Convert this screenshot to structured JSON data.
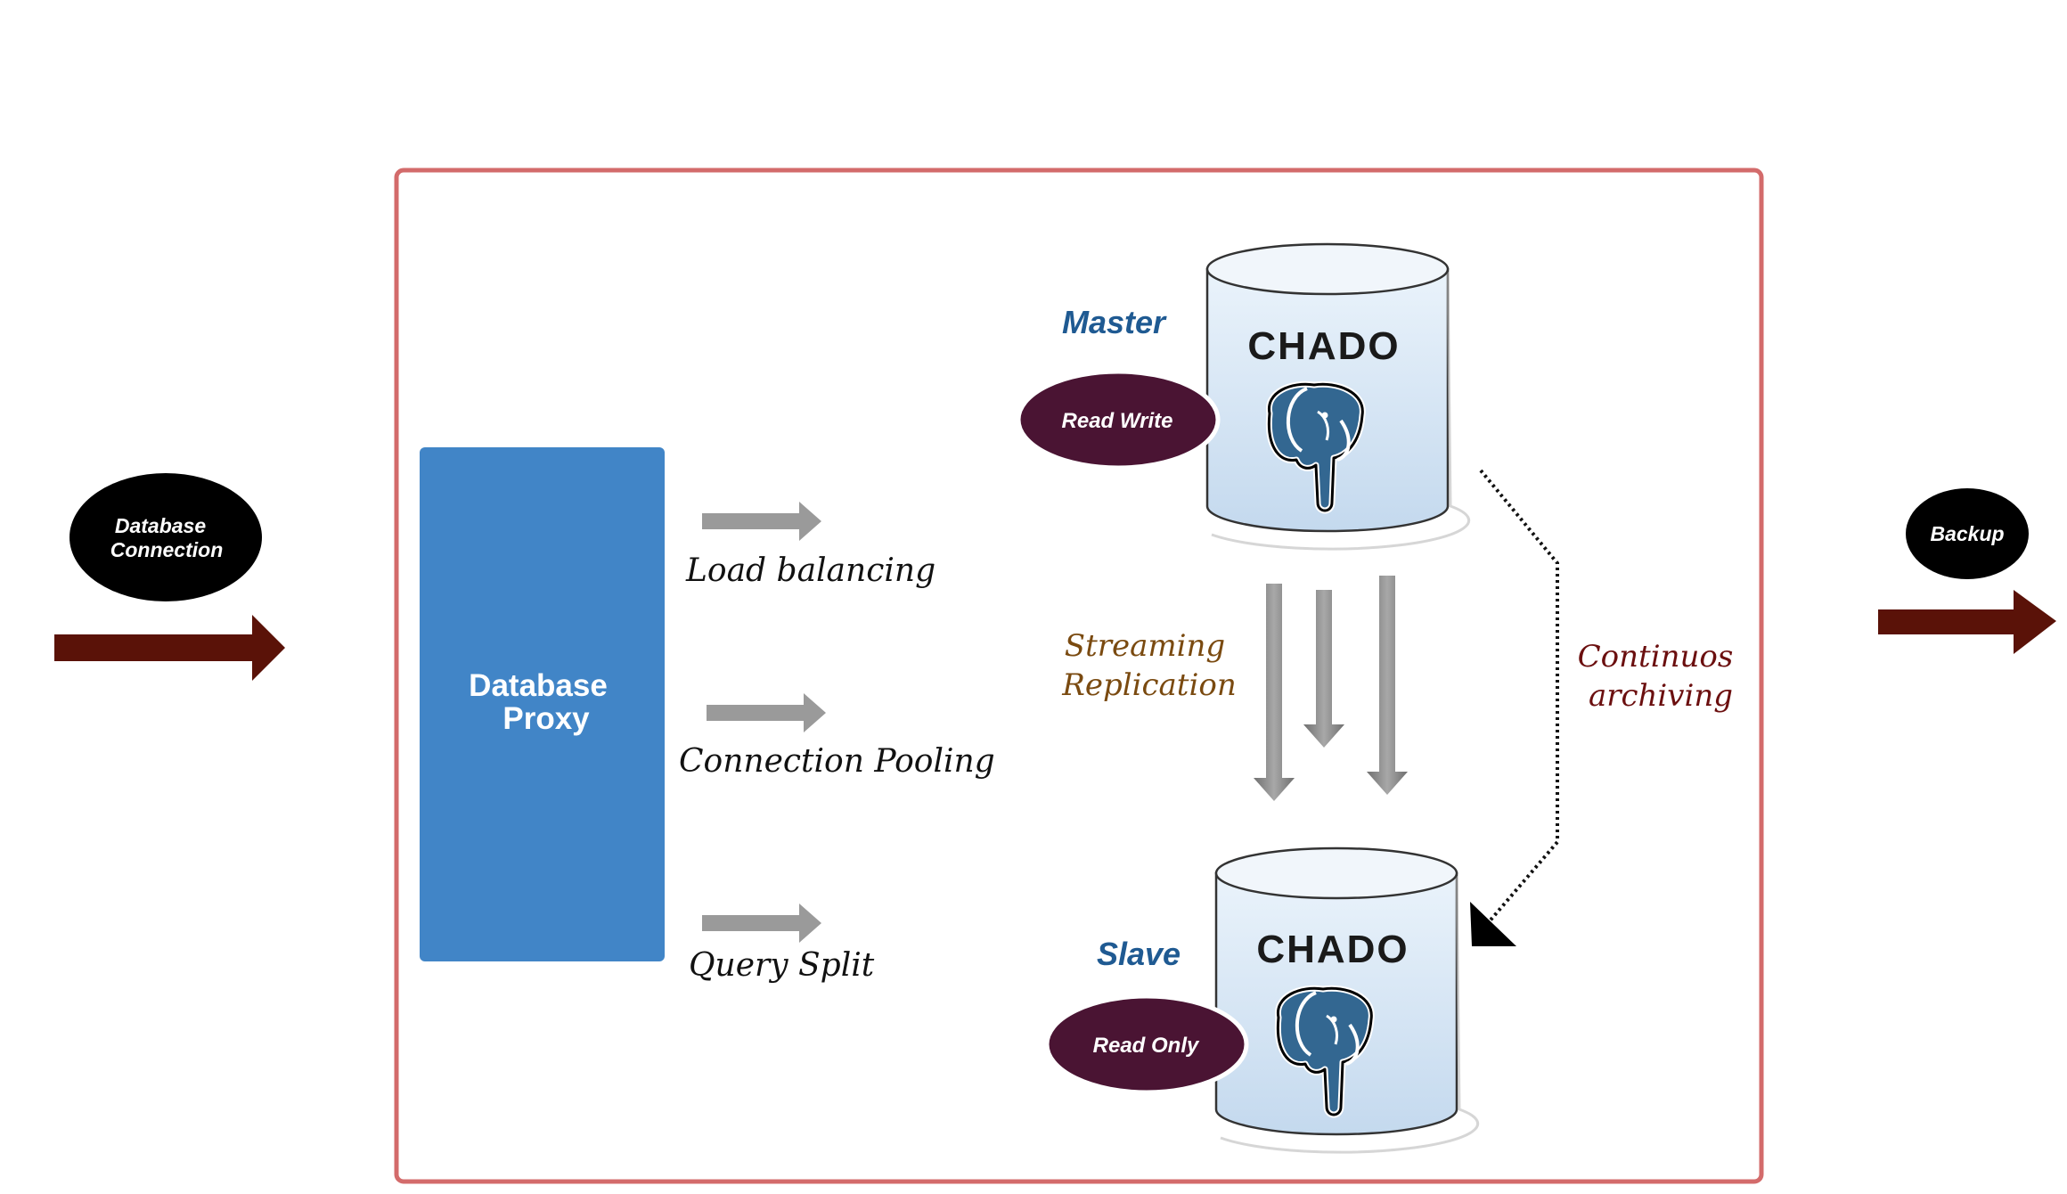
{
  "input": {
    "label_line1": "Database",
    "label_line2": "Connection"
  },
  "output": {
    "label": "Backup"
  },
  "proxy": {
    "label_line1": "Database",
    "label_line2": "Proxy"
  },
  "features": [
    {
      "label": "Load balancing"
    },
    {
      "label": "Connection Pooling"
    },
    {
      "label": "Query Split"
    }
  ],
  "master": {
    "role": "Master",
    "db_name": "CHADO",
    "access": "Read Write"
  },
  "slave": {
    "role": "Slave",
    "db_name": "CHADO",
    "access": "Read Only"
  },
  "replication": {
    "label_line1": "Streaming",
    "label_line2": "Replication"
  },
  "archiving": {
    "label_line1": "Continuos",
    "label_line2": "archiving"
  },
  "colors": {
    "frame": "#d36b6b",
    "proxy": "#4185c7",
    "dark_arrow": "#5a1208",
    "gray_arrow": "#9a9a9a",
    "badge": "#4a1433",
    "role_text": "#1f5a92",
    "replication_text": "#7a4a10",
    "archiving_text": "#6b0f0f",
    "cylinder_fill": "#cfe2f3",
    "elephant": "#336791"
  },
  "icons": {
    "database": "postgresql-elephant-icon",
    "feature_arrow": "right-arrow-icon",
    "replication_arrow": "down-arrow-icon"
  }
}
